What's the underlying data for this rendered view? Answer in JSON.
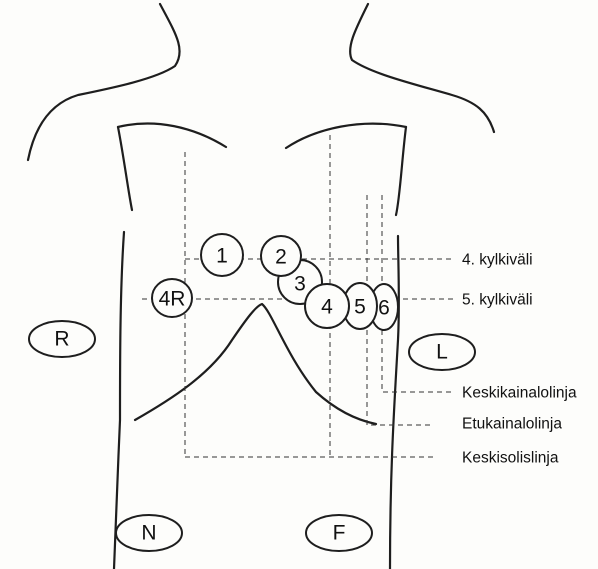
{
  "precordial_electrodes": [
    {
      "id": "V1",
      "label": "1"
    },
    {
      "id": "V2",
      "label": "2"
    },
    {
      "id": "V3",
      "label": "3"
    },
    {
      "id": "V4",
      "label": "4"
    },
    {
      "id": "V5",
      "label": "5"
    },
    {
      "id": "V6",
      "label": "6"
    },
    {
      "id": "V4R",
      "label": "4R"
    }
  ],
  "limb_electrodes": [
    {
      "id": "right-arm",
      "label": "R"
    },
    {
      "id": "left-arm",
      "label": "L"
    },
    {
      "id": "right-leg",
      "label": "N"
    },
    {
      "id": "left-leg",
      "label": "F"
    }
  ],
  "reference_lines": {
    "fourth_intercostal": "4. kylkiväli",
    "fifth_intercostal": "5. kylkiväli",
    "mid_axillary": "Keskikainalolinja",
    "anterior_axillary": "Etukainalolinja",
    "mid_clavicular": "Keskisolislinja"
  }
}
